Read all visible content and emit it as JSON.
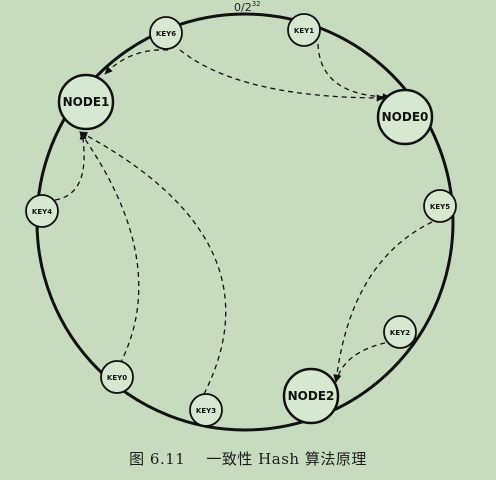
{
  "ring": {
    "origin_label": "0/2",
    "origin_exponent": "32"
  },
  "nodes": [
    {
      "id": "node1",
      "label": "NODE1"
    },
    {
      "id": "node0",
      "label": "NODE0"
    },
    {
      "id": "node2",
      "label": "NODE2"
    }
  ],
  "keys": [
    {
      "id": "key6",
      "label": "KEY6",
      "maps_to": "node1"
    },
    {
      "id": "key1",
      "label": "KEY1",
      "maps_to": "node0"
    },
    {
      "id": "key5",
      "label": "KEY5",
      "maps_to": "node2"
    },
    {
      "id": "key2",
      "label": "KEY2",
      "maps_to": "node2"
    },
    {
      "id": "key3",
      "label": "KEY3",
      "maps_to": "node1"
    },
    {
      "id": "key0",
      "label": "KEY0",
      "maps_to": "node1"
    },
    {
      "id": "key4",
      "label": "KEY4",
      "maps_to": "node1"
    }
  ],
  "caption": {
    "figure_number": "图 6.11",
    "title": "一致性 Hash 算法原理"
  },
  "colors": {
    "background": "#c7dcbf",
    "circle_fill": "#d6e8cf",
    "ink": "#111111"
  }
}
